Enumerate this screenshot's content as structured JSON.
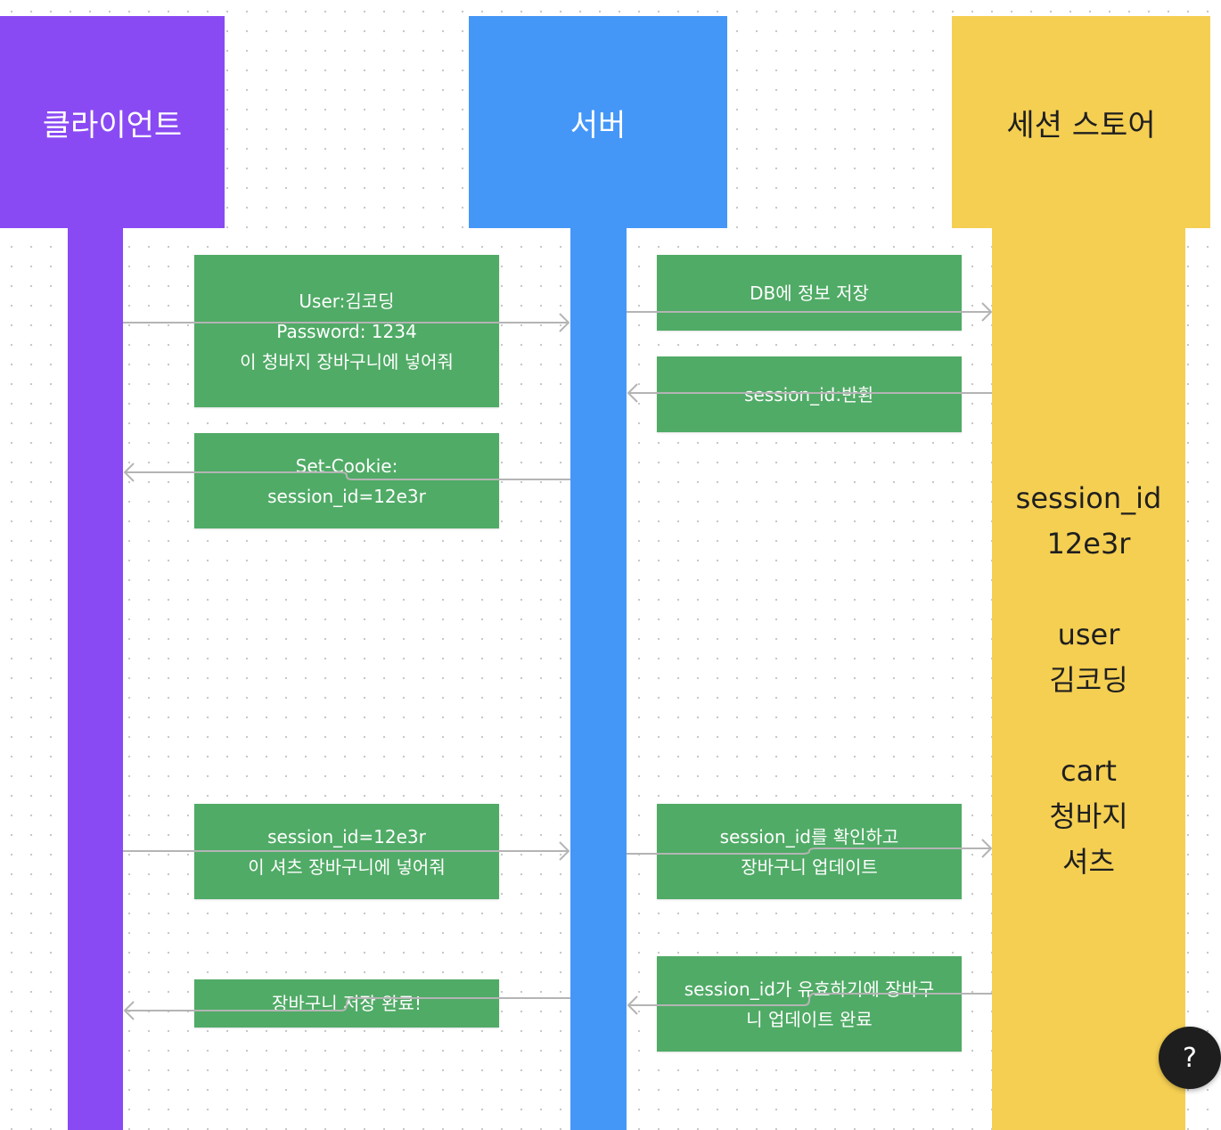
{
  "participants": {
    "client": "클라이언트",
    "server": "서버",
    "session_store": "세션 스토어"
  },
  "messages": [
    {
      "lines": [
        "User:김코딩",
        "Password: 1234",
        "이 청바지 장바구니에 넣어줘"
      ]
    },
    {
      "lines": [
        "DB에 정보 저장"
      ]
    },
    {
      "lines": [
        "session_id:반환"
      ]
    },
    {
      "lines": [
        "Set-Cookie:",
        "session_id=12e3r"
      ]
    },
    {
      "lines": [
        "session_id=12e3r",
        "이 셔츠 장바구니에 넣어줘"
      ]
    },
    {
      "lines": [
        "session_id를 확인하고",
        "장바구니 업데이트"
      ]
    },
    {
      "lines": [
        "장바구니 저장 완료!"
      ]
    },
    {
      "lines": [
        "session_id가 유효하기에 장바구",
        "니 업데이트 완료"
      ]
    }
  ],
  "session_store_content": {
    "session_id_key": "session_id",
    "session_id_value": "12e3r",
    "user_key": "user",
    "user_value": "김코딩",
    "cart_key": "cart",
    "cart_items": [
      "청바지",
      "셔츠"
    ]
  },
  "help_button": {
    "label": "?"
  },
  "colors": {
    "client": "#8a4af3",
    "server": "#4597f7",
    "session_store": "#f5cf52",
    "message": "#50ab66",
    "arrow": "#b4b4b4",
    "help_button": "#1e1e1e"
  }
}
